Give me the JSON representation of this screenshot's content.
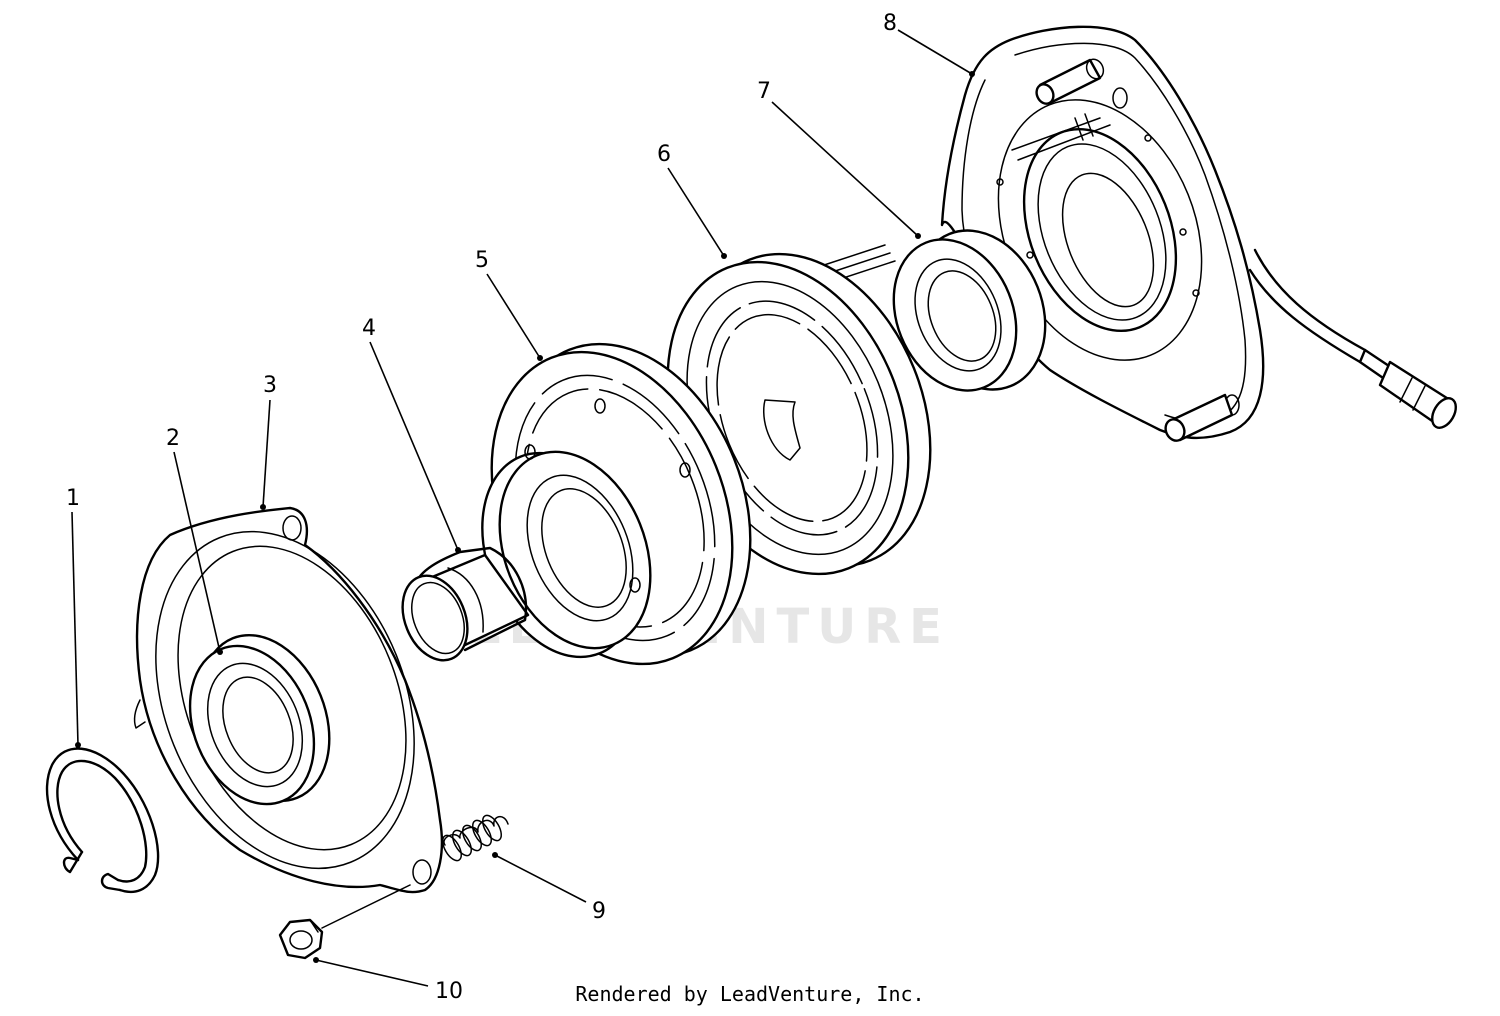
{
  "parts": [
    {
      "id": "part-1",
      "label": "1"
    },
    {
      "id": "part-2",
      "label": "2"
    },
    {
      "id": "part-3",
      "label": "3"
    },
    {
      "id": "part-4",
      "label": "4"
    },
    {
      "id": "part-5",
      "label": "5"
    },
    {
      "id": "part-6",
      "label": "6"
    },
    {
      "id": "part-7",
      "label": "7"
    },
    {
      "id": "part-8",
      "label": "8"
    },
    {
      "id": "part-9",
      "label": "9"
    },
    {
      "id": "part-10",
      "label": "10"
    }
  ],
  "watermark": "LEADVENTURE",
  "footer": "Rendered by LeadVenture, Inc."
}
